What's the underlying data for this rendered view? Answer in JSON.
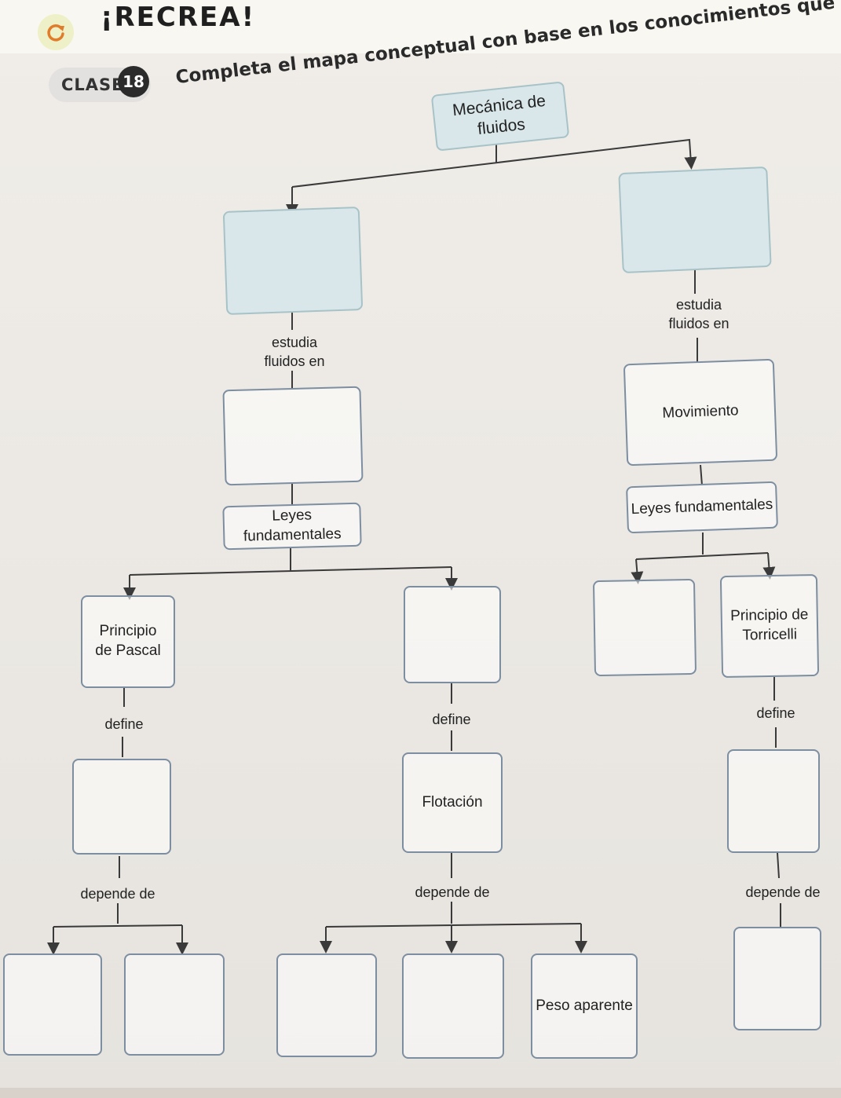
{
  "header": {
    "section_title": "¡RECREA!",
    "refresh_icon": "refresh-arrow-icon",
    "clase_label": "CLASE",
    "clase_number": "18",
    "instruction": "Completa el mapa conceptual con base en los conocimientos que adquiri... el bloque."
  },
  "concept_map": {
    "root": "Mecánica de fluidos",
    "left_branch": {
      "top_box": "",
      "link": "estudia\nfluidos en",
      "state_box": "",
      "laws_box": "Leyes fundamentales",
      "law_1": {
        "title": "Principio\nde Pascal",
        "link_1": "define",
        "concept_box": "",
        "link_2": "depende de",
        "factor_a": "",
        "factor_b": ""
      },
      "law_2": {
        "title": "",
        "link_1": "define",
        "concept_box": "Flotación",
        "link_2": "depende de",
        "factor_a": "",
        "factor_b": "",
        "factor_c": "Peso aparente"
      }
    },
    "right_branch": {
      "top_box": "",
      "link": "estudia\nfluidos en",
      "state_box": "Movimiento",
      "laws_box": "Leyes fundamentales",
      "law_1": {
        "title": ""
      },
      "law_2": {
        "title": "Principio de\nTorricelli",
        "link_1": "define",
        "concept_box": "",
        "link_2": "depende de",
        "factor_a": ""
      }
    }
  },
  "colors": {
    "box_border": "#7d8ea0",
    "tinted_box": "#d9e7ea",
    "line": "#3a3a3a",
    "badge": "#2b2b2b"
  }
}
